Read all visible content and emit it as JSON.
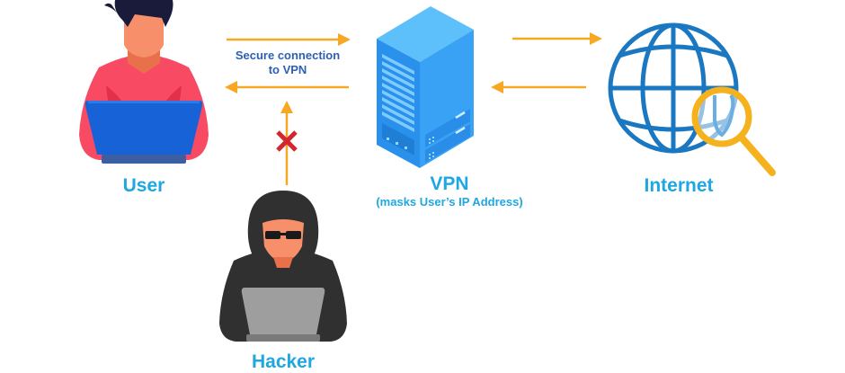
{
  "diagram": {
    "nodes": {
      "user": {
        "label": "User",
        "icon": "user-with-laptop"
      },
      "vpn": {
        "label": "VPN",
        "sublabel": "(masks User’s IP Address)",
        "icon": "server-tower"
      },
      "internet": {
        "label": "Internet",
        "icon": "globe-with-magnifier"
      },
      "hacker": {
        "label": "Hacker",
        "icon": "hooded-hacker-with-laptop"
      }
    },
    "edges": [
      {
        "from": "user",
        "to": "vpn",
        "label_line1": "Secure connection",
        "label_line2": "to VPN",
        "direction": "bidirectional"
      },
      {
        "from": "vpn",
        "to": "internet",
        "direction": "bidirectional"
      },
      {
        "from": "hacker",
        "to": "user-vpn-connection",
        "blocked": true,
        "blocked_marker": "x-mark"
      }
    ],
    "colors": {
      "arrow": "#f7a823",
      "label": "#1ea7e1",
      "connection_text": "#2d5fb4",
      "blocked": "#d3262e",
      "server": "#2e9bf0",
      "globe": "#1a78c2",
      "magnifier": "#f5b21c"
    }
  }
}
